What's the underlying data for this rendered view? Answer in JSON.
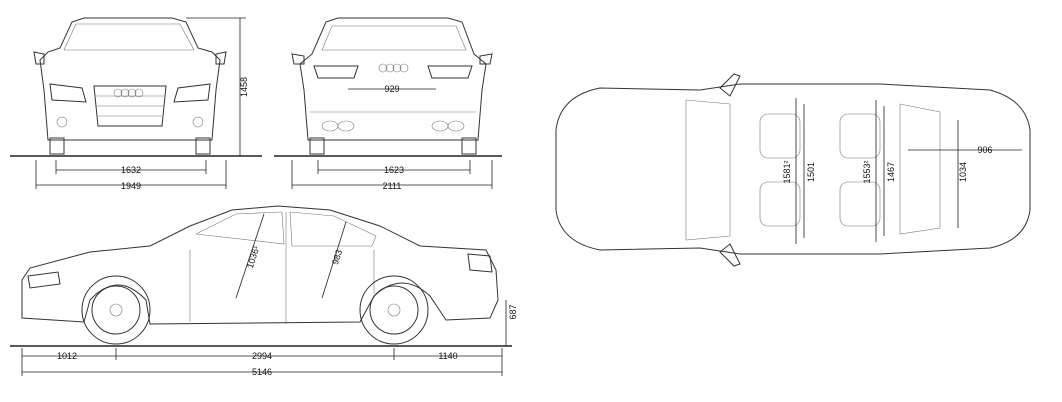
{
  "front_view": {
    "height": "1458",
    "track": "1632",
    "width": "1949"
  },
  "rear_view": {
    "inner_width": "929",
    "track": "1623",
    "width_with_mirrors": "2111"
  },
  "side_view": {
    "front_headroom": "1036¹",
    "rear_headroom": "983",
    "front_overhang": "1012",
    "wheelbase": "2994",
    "rear_overhang": "1140",
    "overall_length": "5146",
    "ground_clearance": "687"
  },
  "top_view": {
    "front_shoulder": "1581²",
    "front_elbow": "1501",
    "rear_shoulder": "1553²",
    "rear_elbow": "1467",
    "trunk_depth": "906",
    "trunk_width": "1034"
  }
}
